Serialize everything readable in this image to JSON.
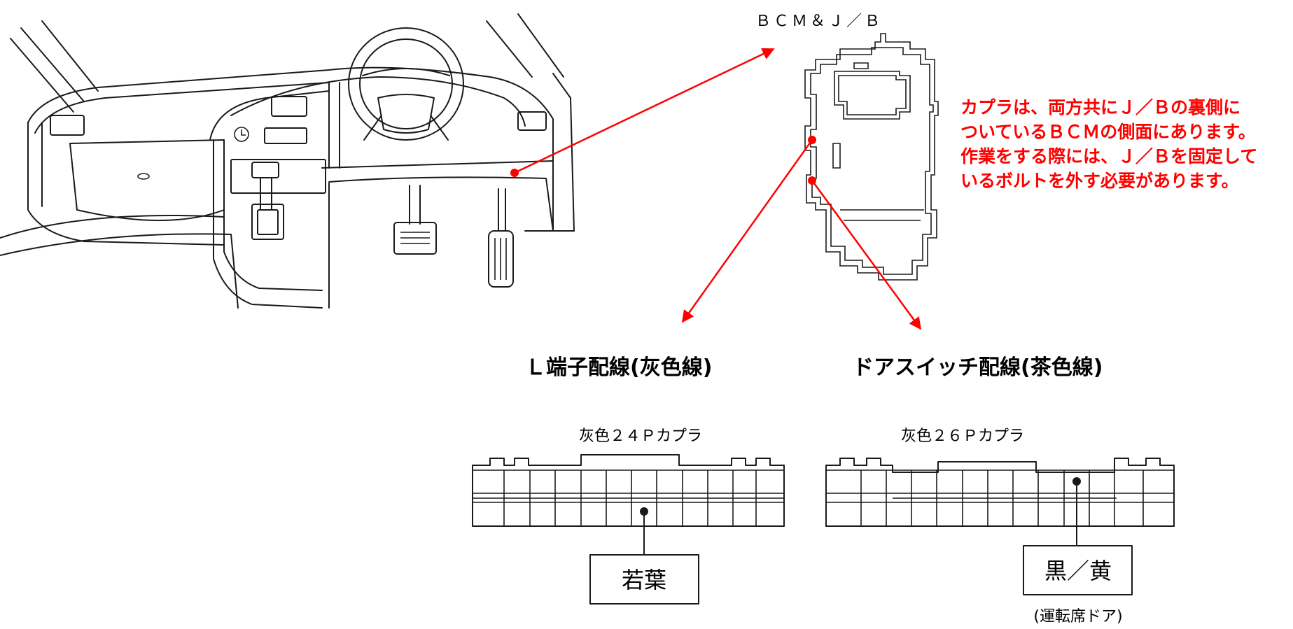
{
  "jb_title": "ＢＣＭ＆Ｊ／Ｂ",
  "note_lines": [
    "カプラは、両方共にＪ／Ｂの裏側に",
    "ついているＢＣＭの側面にあります。",
    "作業をする際には、Ｊ／Ｂを固定して",
    "いるボルトを外す必要があります。"
  ],
  "left_connector": {
    "heading": "Ｌ端子配線(灰色線)",
    "caption": "灰色２４Ｐカプラ",
    "wire_label": "若葉"
  },
  "right_connector": {
    "heading": "ドアスイッチ配線(茶色線)",
    "caption": "灰色２６Ｐカプラ",
    "wire_label": "黒／黄",
    "sub_label": "(運転席ドア)"
  },
  "colors": {
    "accent": "#ff0000",
    "ink": "#1a1a1a"
  }
}
